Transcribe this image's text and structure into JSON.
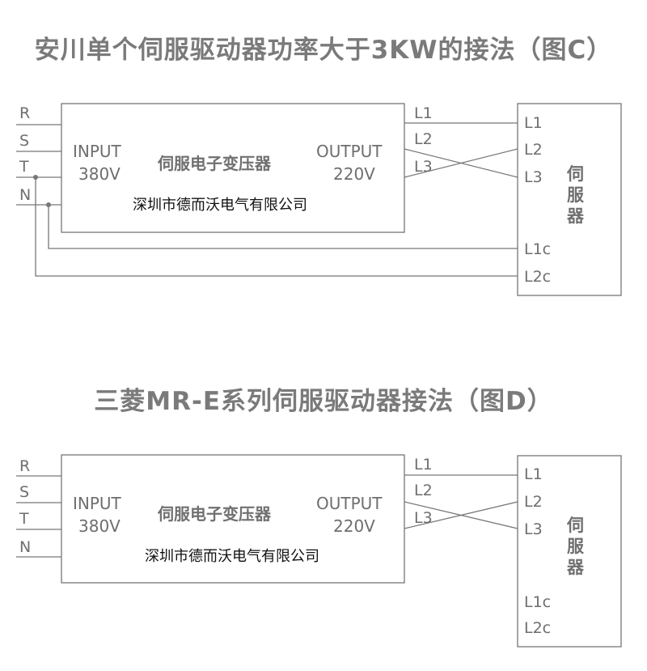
{
  "diagram_c": {
    "title": "安川单个伺服驱动器功率大于3KW的接法（图C）",
    "inputs": [
      "R",
      "S",
      "T",
      "N"
    ],
    "transformer": {
      "input_label": "INPUT",
      "input_voltage": "380V",
      "name": "伺服电子变压器",
      "output_label": "OUTPUT",
      "output_voltage": "220V",
      "company": "深圳市德而沃电气有限公司"
    },
    "outputs": [
      "L1",
      "L2",
      "L3"
    ],
    "servo": {
      "name": [
        "伺",
        "服",
        "器"
      ],
      "terminals": [
        "L1",
        "L2",
        "L3",
        "L1c",
        "L2c"
      ]
    }
  },
  "diagram_d": {
    "title": "三菱MR-E系列伺服驱动器接法（图D）",
    "inputs": [
      "R",
      "S",
      "T",
      "N"
    ],
    "transformer": {
      "input_label": "INPUT",
      "input_voltage": "380V",
      "name": "伺服电子变压器",
      "output_label": "OUTPUT",
      "output_voltage": "220V",
      "company": "深圳市德而沃电气有限公司"
    },
    "outputs": [
      "L1",
      "L2",
      "L3"
    ],
    "servo": {
      "name": [
        "伺",
        "服",
        "器"
      ],
      "terminals": [
        "L1",
        "L2",
        "L3",
        "L1c",
        "L2c"
      ]
    }
  }
}
